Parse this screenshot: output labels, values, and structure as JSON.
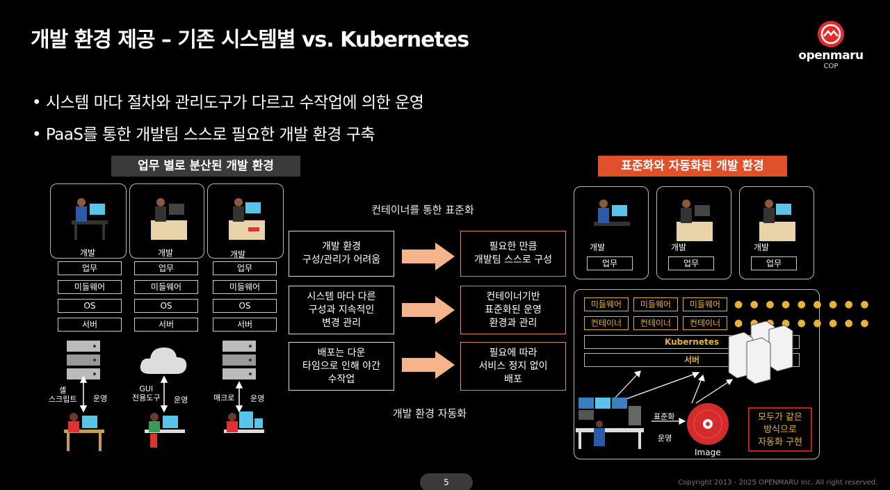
{
  "title": "개발 환경 제공 – 기존 시스템별 vs. Kubernetes",
  "bullets": [
    "시스템 마다 절차와 관리도구가 다르고 수작업에 의한 운영",
    "PaaS를 통한 개발팀 스스로 필요한 개발 환경 구축"
  ],
  "logo": {
    "name": "openmaru",
    "sub": "COP"
  },
  "left": {
    "header": "업무 별로 분산된 개발 환경",
    "columns": [
      {
        "dev": "개발",
        "stack": [
          "업무",
          "미들웨어",
          "OS",
          "서버"
        ],
        "tool": "셸\n스크립트",
        "op": "운영"
      },
      {
        "dev": "개발",
        "stack": [
          "업무",
          "미들웨어",
          "OS",
          "서버"
        ],
        "tool": "GUI\n전용도구",
        "op": "운영"
      },
      {
        "dev": "개발",
        "stack": [
          "업무",
          "미들웨어",
          "OS",
          "서버"
        ],
        "tool": "매크로",
        "op": "운영"
      }
    ]
  },
  "middle": {
    "top_label": "컨테이너를 통한 표준화",
    "bottom_label": "개발 환경 자동화",
    "rows": [
      {
        "from": "개발 환경\n구성/관리가 어려움",
        "to": "필요한 만큼\n개발팀 스스로 구성"
      },
      {
        "from": "시스템 마다 다른\n구성과 지속적인\n변경 관리",
        "to": "컨테이너기반\n표준화된 운영\n환경과 관리"
      },
      {
        "from": "배포는 다운\n타임으로 인해 야간\n수작업",
        "to": "필요에 따라\n서비스 정지 없이\n배포"
      }
    ]
  },
  "right": {
    "header": "표준화와 자동화된 개발 환경",
    "devs": [
      {
        "dev": "개발",
        "work": "업무"
      },
      {
        "dev": "개발",
        "work": "업무"
      },
      {
        "dev": "개발",
        "work": "업무"
      }
    ],
    "middleware": [
      "미들웨어",
      "미들웨어",
      "미들웨어"
    ],
    "containers": [
      "컨테이너",
      "컨테이너",
      "컨테이너"
    ],
    "dots": "● ● ● ● ● ● ● ● ●",
    "kubernetes": "Kubernetes",
    "server": "서버",
    "standard": "표준화",
    "operate": "운영",
    "image": "Image",
    "note": "모두가 같은\n방식으로\n자동화 구현"
  },
  "footer": {
    "page": "5",
    "copyright": "Copyright 2013 - 2025 OPENMARU Inc. All right reserved."
  },
  "colors": {
    "accent": "#e0502c",
    "yellow": "#e6b23a",
    "red": "#c51c1c"
  }
}
